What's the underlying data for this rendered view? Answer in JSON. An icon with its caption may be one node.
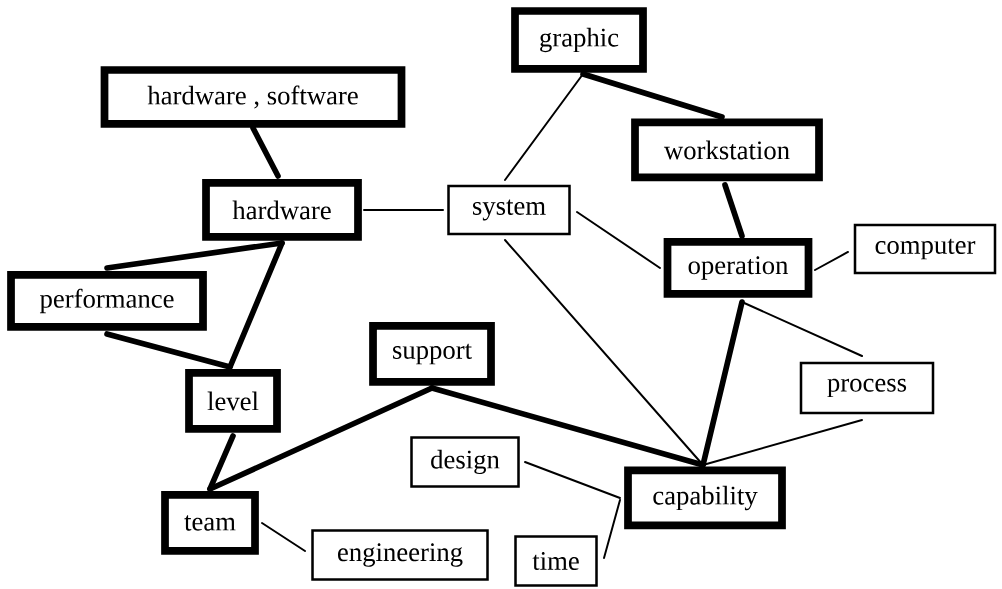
{
  "diagram": {
    "nodes": [
      {
        "text": [
          "graphic"
        ]
      },
      {
        "text": [
          "hardware , software"
        ]
      },
      {
        "text": [
          "workstation"
        ]
      },
      {
        "text": [
          "hardware"
        ]
      },
      {
        "text": [
          "system"
        ]
      },
      {
        "text": [
          "performance"
        ]
      },
      {
        "text": [
          "operation"
        ]
      },
      {
        "text": [
          "computer"
        ]
      },
      {
        "text": [
          "support"
        ]
      },
      {
        "text": [
          "process"
        ]
      },
      {
        "text": [
          "level"
        ]
      },
      {
        "text": [
          "design"
        ]
      },
      {
        "text": [
          "capability"
        ]
      },
      {
        "text": [
          "team"
        ]
      },
      {
        "text": [
          "engineering"
        ]
      },
      {
        "text": [
          "time"
        ]
      }
    ],
    "edges": [
      {
        "from": 1,
        "to": 3,
        "arrow": "none",
        "style": "thick"
      },
      {
        "from": 3,
        "to": 4,
        "arrow": "none"
      },
      {
        "from": 0,
        "to": 4,
        "arrow": "none"
      },
      {
        "from": 0,
        "to": 2,
        "arrow": "none",
        "style": "thick"
      },
      {
        "from": 2,
        "to": 6,
        "arrow": "none",
        "style": "thick"
      },
      {
        "from": 4,
        "to": 6,
        "arrow": "none"
      },
      {
        "from": 6,
        "to": 7,
        "arrow": "none"
      },
      {
        "from": 3,
        "to": 5,
        "arrow": "none",
        "style": "thick"
      },
      {
        "from": 3,
        "to": 10,
        "arrow": "none",
        "style": "thick"
      },
      {
        "from": 5,
        "to": 10,
        "arrow": "none",
        "style": "thick"
      },
      {
        "from": 10,
        "to": 13,
        "arrow": "none",
        "style": "thick"
      },
      {
        "from": 13,
        "to": 8,
        "arrow": "none",
        "style": "thick"
      },
      {
        "from": 8,
        "to": 12,
        "arrow": "none",
        "style": "thick"
      },
      {
        "from": 4,
        "to": 12,
        "arrow": "none"
      },
      {
        "from": 6,
        "to": 12,
        "arrow": "none",
        "style": "thick"
      },
      {
        "from": 6,
        "to": 9,
        "arrow": "none"
      },
      {
        "from": 9,
        "to": 12,
        "arrow": "none"
      },
      {
        "from": 11,
        "to": 12,
        "arrow": "none"
      },
      {
        "from": 15,
        "to": 12,
        "arrow": "none"
      },
      {
        "from": 13,
        "to": 14,
        "arrow": "none"
      }
    ]
  }
}
